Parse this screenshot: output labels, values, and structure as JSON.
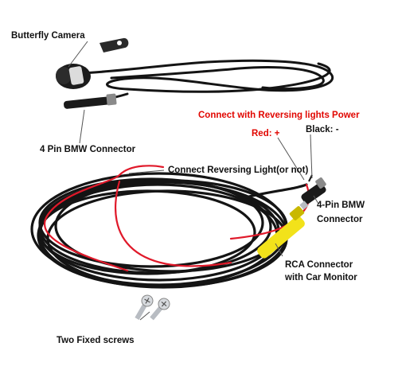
{
  "labels": {
    "butterfly_camera": "Butterfly Camera",
    "pin_connector_top": "4 Pin BMW Connector",
    "reversing_power": "Connect with Reversing lights Power",
    "red_wire": "Red: +",
    "black_wire": "Black: -",
    "reversing_light": "Connect Reversing Light(or not)",
    "pin_connector_right_1": "4-Pin BMW",
    "pin_connector_right_2": "Connector",
    "rca_1": "RCA Connector",
    "rca_2": "with Car Monitor",
    "screws": "Two Fixed screws"
  },
  "colors": {
    "cable": "#141414",
    "red_wire": "#e0192a",
    "rca_yellow": "#f2e21a",
    "accent_text": "#e10600",
    "screw_metal": "#b8bcc2"
  }
}
